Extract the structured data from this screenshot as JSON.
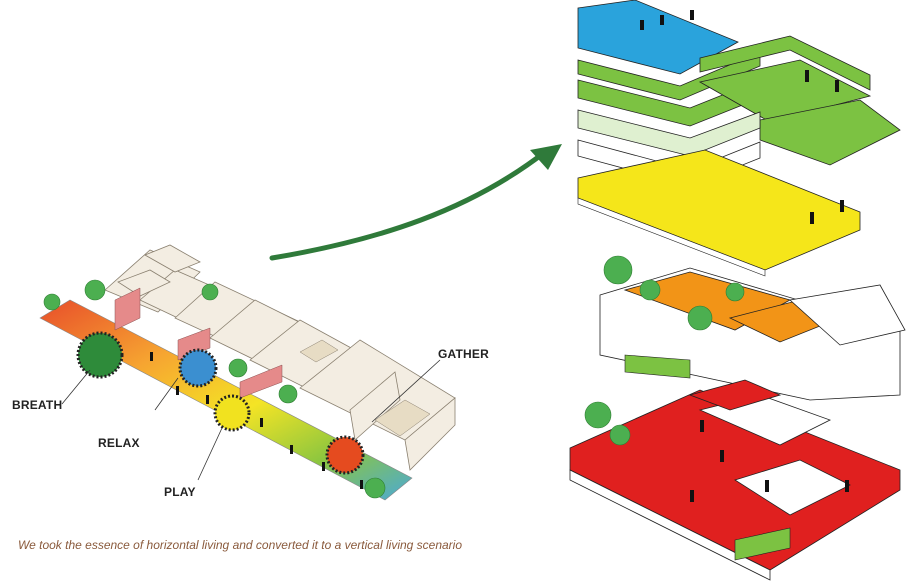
{
  "labels": {
    "breath": "BREATH",
    "relax": "RELAX",
    "play": "PLAY",
    "gather": "GATHER"
  },
  "caption": "We took the essence of horizontal living and converted it to a vertical living scenario",
  "colors": {
    "arrow_green": "#2f7a3a",
    "floor_red": "#e0201f",
    "floor_yellow": "#f5e61a",
    "floor_green": "#7cc242",
    "floor_blue": "#2aa3dc",
    "floor_orange": "#f29417",
    "tree_green": "#4caf50",
    "roof_beige": "#f3ede2",
    "circle_green": "#2e8b3a",
    "circle_blue": "#3b8fd0",
    "circle_yellow": "#f1e21f",
    "circle_red": "#e54b1f"
  },
  "icons": [
    "curved-arrow-icon",
    "tree-icon",
    "person-icon"
  ]
}
